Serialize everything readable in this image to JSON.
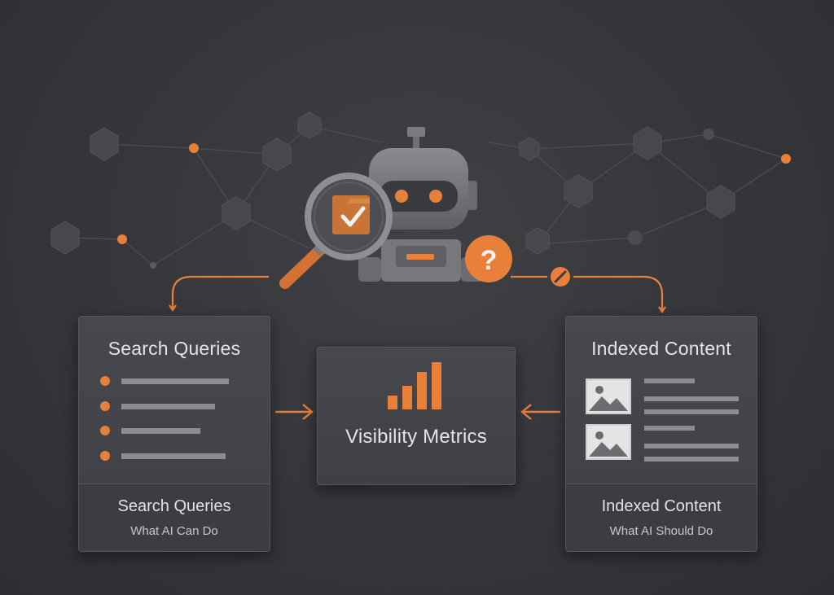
{
  "cards": {
    "search": {
      "title": "Search Queries",
      "footer_title": "Search Queries",
      "footer_subtitle": "What AI Can Do"
    },
    "metrics": {
      "title": "Visibility Metrics",
      "bar_levels": [
        0.3,
        0.5,
        0.8,
        1.0
      ]
    },
    "indexed": {
      "title": "Indexed Content",
      "footer_title": "Indexed Content",
      "footer_subtitle": "What AI Should Do"
    }
  },
  "icons": {
    "robot": "robot-icon",
    "magnifier": "magnifying-glass-icon",
    "check": "checkmark-icon",
    "question": "question-mark-icon",
    "image": "image-placeholder-icon",
    "bar_chart": "bar-chart-icon"
  },
  "colors": {
    "accent": "#e8803a",
    "background": "#34363a",
    "card": "#44464b",
    "text": "#e4e4e4"
  }
}
